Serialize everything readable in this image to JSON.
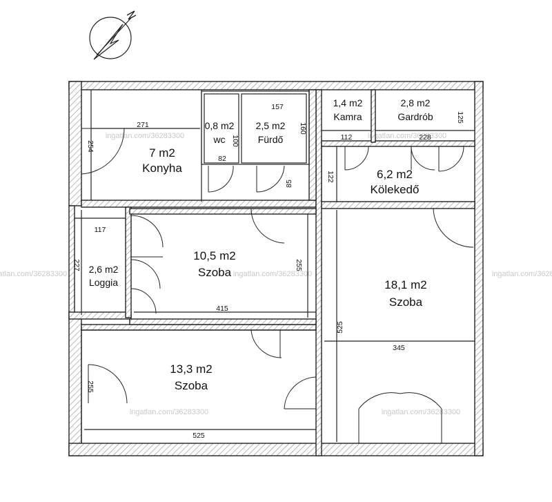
{
  "watermark": "ingatlan.com/36283300",
  "rooms": {
    "konyha": {
      "area": "7 m2",
      "name": "Konyha"
    },
    "wc": {
      "area": "0,8 m2",
      "name": "wc"
    },
    "furdo": {
      "area": "2,5 m2",
      "name": "Fürdő"
    },
    "kamra": {
      "area": "1,4 m2",
      "name": "Kamra"
    },
    "gardrob": {
      "area": "2,8 m2",
      "name": "Gardrób"
    },
    "kolekedo": {
      "area": "6,2 m2",
      "name": "Kölekedő"
    },
    "loggia": {
      "area": "2,6 m2",
      "name": "Loggia"
    },
    "szoba1": {
      "area": "10,5 m2",
      "name": "Szoba"
    },
    "szoba2": {
      "area": "18,1 m2",
      "name": "Szoba"
    },
    "szoba3": {
      "area": "13,3 m2",
      "name": "Szoba"
    }
  },
  "dims": {
    "d271": "271",
    "d254": "254",
    "d157": "157",
    "d160": "160",
    "d100": "100",
    "d82": "82",
    "d85": "85",
    "d112": "112",
    "d228": "228",
    "d125": "125",
    "d122": "122",
    "d117": "117",
    "d227": "227",
    "d255a": "255",
    "d415": "415",
    "d525a": "525",
    "d345": "345",
    "d255b": "255",
    "d525b": "525"
  }
}
